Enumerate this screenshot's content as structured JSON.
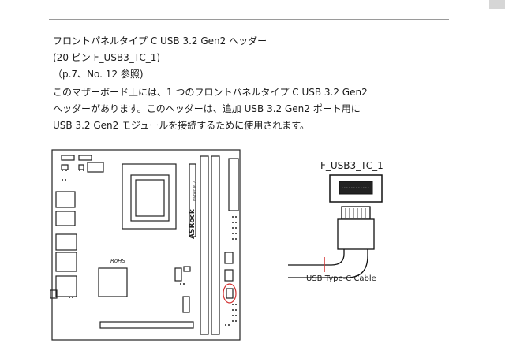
{
  "heading": {
    "title": "フロントパネルタイプ C USB 3.2 Gen2 ヘッダー",
    "pin_spec": "(20 ピン F_USB3_TC_1)",
    "page_ref": "（p.7、No. 12 参照)"
  },
  "body": {
    "lines": [
      "このマザーボード上には、1 つのフロントパネルタイプ C USB 3.2 Gen2",
      "ヘッダーがあります。このヘッダーは、追加 USB 3.2 Gen2 ポート用に",
      "USB 3.2 Gen2 モジュールを接続するために使用されます。"
    ]
  },
  "board": {
    "brand": "ASRock",
    "rohs": "RoHS",
    "slot_label": "Hyper M.2"
  },
  "connector": {
    "header_label": "F_USB3_TC_1",
    "cable_label": "USB Type-C Cable"
  }
}
